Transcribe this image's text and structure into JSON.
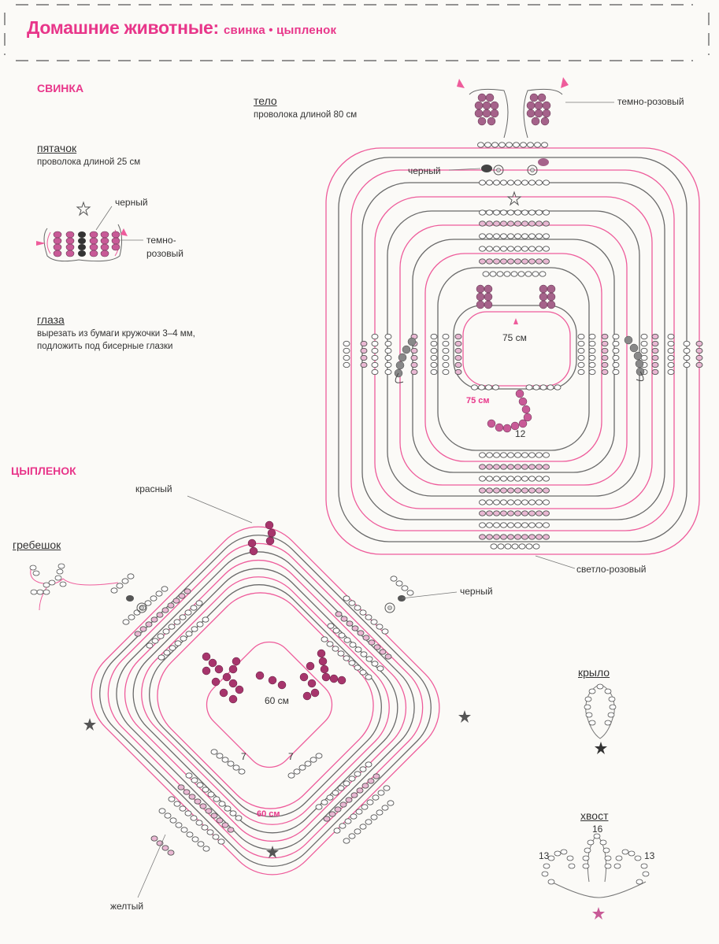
{
  "header": {
    "title_main": "Домашние животные:",
    "title_sub": "свинка • цыпленок"
  },
  "colors": {
    "accent": "#e8368a",
    "dark_bead": "#8c4a6c",
    "pink_bead": "#c85a97",
    "wire_gray": "#6a6a6a",
    "wire_pink": "#ee5c9b"
  },
  "pig": {
    "section_title": "СВИНКА",
    "snout": {
      "title": "пятачок",
      "note": "проволока длиной 25 см",
      "label_black": "черный",
      "label_dark_pink": "темно-\nрозовый"
    },
    "eyes": {
      "title": "глаза",
      "note_line1": "вырезать из бумаги кружочки 3–4 мм,",
      "note_line2": "подложить под бисерные глазки"
    },
    "body": {
      "title": "тело",
      "note": "проволока длиной 80 см",
      "label_dark_pink": "темно-розовый",
      "label_black": "черный",
      "label_light_pink": "светло-розовый",
      "center_len": "75 см",
      "pink_len": "75 см",
      "count": "12"
    }
  },
  "chick": {
    "section_title": "ЦЫПЛЕНОК",
    "comb": {
      "title": "гребешок"
    },
    "labels": {
      "red": "красный",
      "black": "черный",
      "yellow": "желтый",
      "center_len": "60 см",
      "pink_len": "60 см",
      "count_left": "7",
      "count_right": "7"
    },
    "wing": {
      "title": "крыло"
    },
    "tail": {
      "title": "хвост",
      "count_top": "16",
      "count_left": "13",
      "count_right": "13"
    }
  }
}
